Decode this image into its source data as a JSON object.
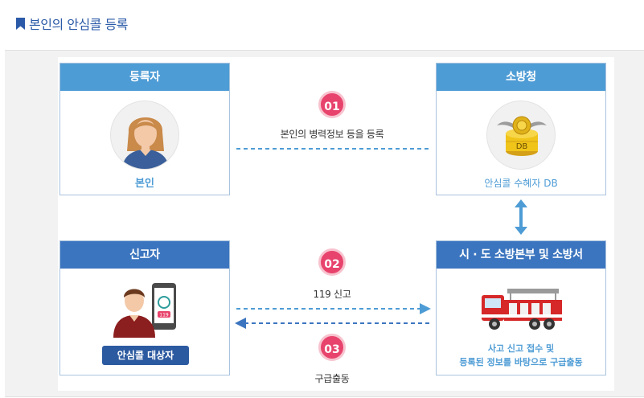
{
  "page": {
    "title": "본인의 안심콜 등록"
  },
  "cards": {
    "registrant": {
      "title": "등록자",
      "label": "본인"
    },
    "fire_agency": {
      "title": "소방청",
      "db_text": "DB",
      "label": "안심콜 수혜자 DB"
    },
    "reporter": {
      "title": "신고자",
      "phone_text": "119",
      "badge": "안심콜 대상자"
    },
    "sido": {
      "title": "시 · 도 소방본부 및 소방서",
      "line1": "사고 신고 접수 및",
      "line2": "등록된 정보를 바탕으로 구급출동"
    }
  },
  "steps": [
    {
      "num": "01",
      "label": "본인의 병력정보 등을 등록"
    },
    {
      "num": "02",
      "label": "119 신고"
    },
    {
      "num": "03",
      "label": "구급출동"
    }
  ],
  "colors": {
    "accent_light": "#4e9cd5",
    "accent_dark": "#3c75bf",
    "badge": "#2c5aa0",
    "step": "#e8436c",
    "title": "#2b5aa8"
  }
}
